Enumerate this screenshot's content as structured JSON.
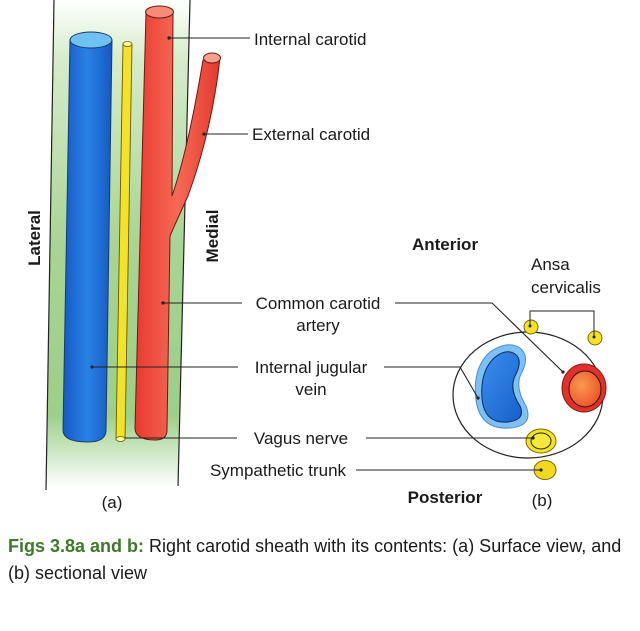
{
  "figure": {
    "panel_a": {
      "label": "(a)",
      "side_lateral": "Lateral",
      "side_medial": "Medial",
      "colors": {
        "sheath": "#9cd08a",
        "vein": "#1f6fd6",
        "artery": "#ef4a3c",
        "nerve": "#f2e22a"
      }
    },
    "panel_b": {
      "label": "(b)",
      "anterior": "Anterior",
      "posterior": "Posterior",
      "ansa_line1": "Ansa",
      "ansa_line2": "cervicalis"
    },
    "labels": {
      "internal_carotid": "Internal carotid",
      "external_carotid": "External carotid",
      "common_carotid_line1": "Common carotid",
      "common_carotid_line2": "artery",
      "ijv_line1": "Internal jugular",
      "ijv_line2": "vein",
      "vagus": "Vagus nerve",
      "sympathetic": "Sympathetic trunk"
    }
  },
  "caption": {
    "fig_label": "Figs 3.8a and b:",
    "text": " Right carotid sheath with its contents: (a) Surface view, and (b) sectional view"
  }
}
